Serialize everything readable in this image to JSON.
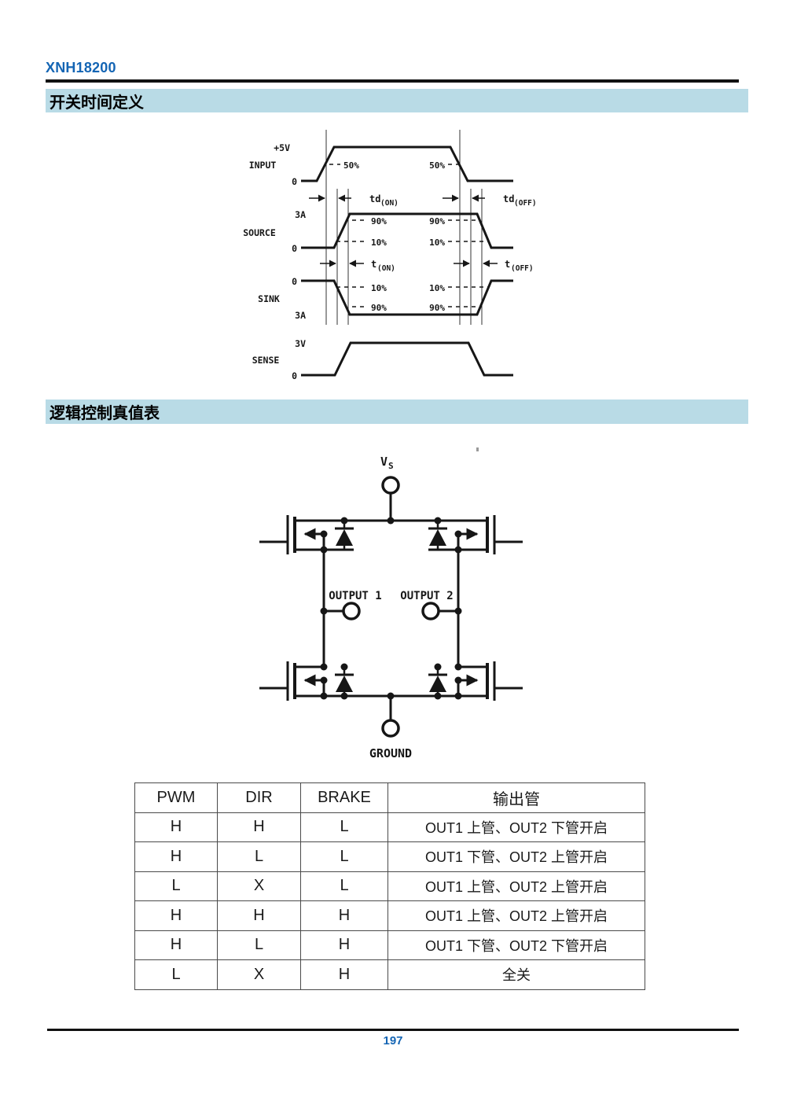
{
  "header": {
    "doc_id": "XNH18200"
  },
  "footer": {
    "page_number": "197"
  },
  "sections": {
    "timing": "开关时间定义",
    "logic": "逻辑控制真值表"
  },
  "timing": {
    "signals": {
      "input": "INPUT",
      "source": "SOURCE",
      "sink": "SINK",
      "sense": "SENSE"
    },
    "levels": {
      "v5": "+5V",
      "zero": "0",
      "i3a": "3A",
      "v3": "3V"
    },
    "marks": {
      "p50": "50%",
      "p90": "90%",
      "p10": "10%"
    },
    "ann": {
      "td": "td",
      "t": "t",
      "on": "(ON)",
      "off": "(OFF)"
    }
  },
  "circuit": {
    "vs": "V",
    "vs_sub": "S",
    "out1": "OUTPUT 1",
    "out2": "OUTPUT 2",
    "ground": "GROUND"
  },
  "table": {
    "headers": [
      "PWM",
      "DIR",
      "BRAKE",
      "输出管"
    ],
    "rows": [
      [
        "H",
        "H",
        "L",
        "OUT1 上管、OUT2 下管开启"
      ],
      [
        "H",
        "L",
        "L",
        "OUT1 下管、OUT2 上管开启"
      ],
      [
        "L",
        "X",
        "L",
        "OUT1 上管、OUT2 上管开启"
      ],
      [
        "H",
        "H",
        "H",
        "OUT1 上管、OUT2 上管开启"
      ],
      [
        "H",
        "L",
        "H",
        "OUT1 下管、OUT2 下管开启"
      ],
      [
        "L",
        "X",
        "H",
        "全关"
      ]
    ]
  },
  "colors": {
    "accent": "#1465b4",
    "section_bg": "#b9dbe6"
  }
}
